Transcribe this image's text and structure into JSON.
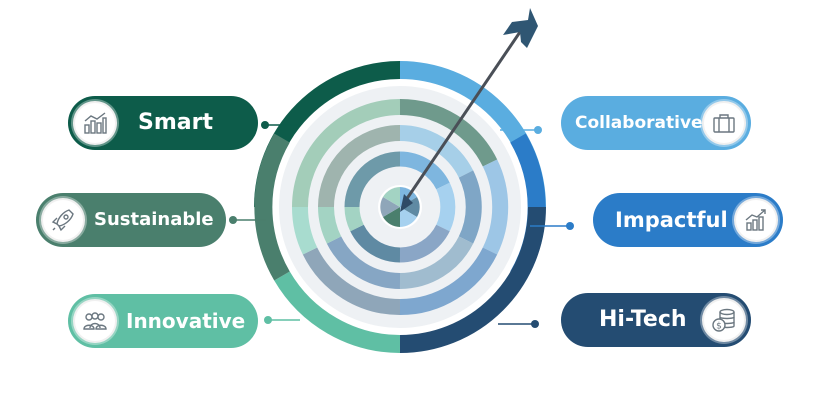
{
  "colors": {
    "smart": "#0d5c4a",
    "sustainable": "#4a7f6d",
    "innovative": "#5fbfa4",
    "collaborative": "#5aade0",
    "impactful": "#2b7cc8",
    "hitech": "#244c72",
    "arrow": "#2f5673"
  },
  "labels": {
    "smart": "Smart",
    "sustainable": "Sustainable",
    "innovative": "Innovative",
    "collaborative": "Collaborative",
    "impactful": "Impactful",
    "hitech": "Hi-Tech"
  },
  "icons": {
    "smart": "bar-chart-icon",
    "sustainable": "rocket-icon",
    "innovative": "people-icon",
    "collaborative": "briefcase-icon",
    "impactful": "growth-chart-icon",
    "hitech": "coins-icon"
  }
}
